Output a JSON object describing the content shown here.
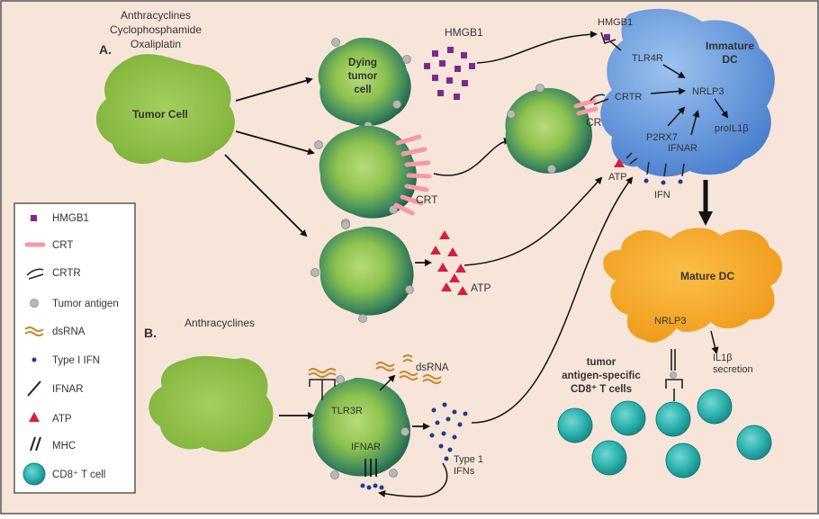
{
  "panel_a": {
    "label": "A.",
    "drugs": [
      "Anthracyclines",
      "Cyclophosphamide",
      "Oxaliplatin"
    ],
    "tumor_cell": "Tumor Cell",
    "dying_cell": [
      "Dying",
      "tumor",
      "cell"
    ],
    "hmgb1": "HMGB1",
    "hmgb1_dc": "HMGB1",
    "crt_cell": "CRT",
    "crt_middle": "CRT",
    "atp_cell": "ATP",
    "atp_dc": "ATP",
    "ifn_dc": "IFN"
  },
  "immature_dc": {
    "title": [
      "Immature",
      "DC"
    ],
    "tlr4r": "TLR4R",
    "crtr": "CRTR",
    "nlrp3": "NRLP3",
    "proil1b": "proIL1β",
    "p2rx7": "P2RX7",
    "ifnar": "IFNAR"
  },
  "mature_dc": {
    "title": "Mature DC",
    "nlrp3": "NRLP3",
    "il1b": [
      "IL1β",
      "secretion"
    ]
  },
  "t_cells_label": [
    "tumor",
    "antigen-specific",
    "CD8⁺ T cells"
  ],
  "panel_b": {
    "label": "B.",
    "drug": "Anthracyclines",
    "tlr3r": "TLR3R",
    "ifnar": "IFNAR",
    "dsrna": "dsRNA",
    "type1_ifns": [
      "Type 1",
      "IFNs"
    ]
  },
  "legend": [
    {
      "symbol": "hmgb1",
      "label": "HMGB1"
    },
    {
      "symbol": "crt",
      "label": "CRT"
    },
    {
      "symbol": "crtr",
      "label": "CRTR"
    },
    {
      "symbol": "antigen",
      "label": "Tumor antigen"
    },
    {
      "symbol": "dsrna",
      "label": "dsRNA"
    },
    {
      "symbol": "ifn",
      "label": "Type I IFN"
    },
    {
      "symbol": "ifnar",
      "label": "IFNAR"
    },
    {
      "symbol": "atp",
      "label": "ATP"
    },
    {
      "symbol": "mhc",
      "label": "MHC"
    },
    {
      "symbol": "tcell",
      "label": "CD8⁺ T cell"
    }
  ],
  "colors": {
    "background": "#f7e5da",
    "tumor_green": "#8fc043",
    "cell_dark": "#2d6e57",
    "cell_light": "#a6d36a",
    "immature_dc": "#5b8fd6",
    "mature_dc": "#f4a323",
    "t_cell": "#27b3b0",
    "hmgb1": "#7b2a8c",
    "crt": "#f49aa6",
    "atp": "#d6203b",
    "ifn": "#1f3b8f",
    "antigen": "#b8b8b8"
  }
}
